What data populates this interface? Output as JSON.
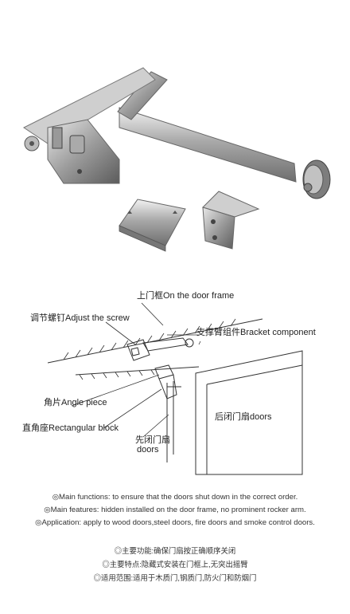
{
  "diagram": {
    "labels": {
      "door_frame": "上门框On the door frame",
      "adjust_screw": "调节螺钉Adjust the screw",
      "bracket": "支撑臂组件Bracket component",
      "angle_piece": "角片Angle piece",
      "rect_block": "直角座Rectangular block",
      "rear_door": "后闭门扇doors",
      "front_door_cn": "先闭门扇",
      "front_door_en": "doors"
    }
  },
  "features_en": [
    "◎Main functions: to ensure that the doors shut down in the correct order.",
    "◎Main features: hidden installed on the door frame, no prominent rocker arm.",
    "◎Application: apply to wood doors,steel doors, fire doors and smoke control doors."
  ],
  "features_cn": [
    "◎主要功能:确保门扇按正确顺序关闭",
    "◎主要特点:隐藏式安装在门框上,无突出摇臂",
    "◎适用范围:适用于木质门,钢质门,防火门和防烟门"
  ]
}
